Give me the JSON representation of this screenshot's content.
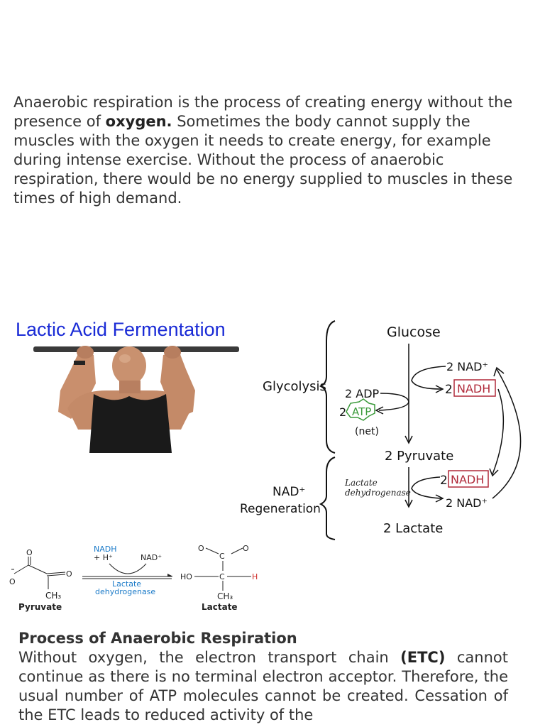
{
  "intro": {
    "part1": "Anaerobic respiration is the process of creating energy without the presence of ",
    "bold": "oxygen.",
    "part2": " Sometimes the body cannot supply the muscles with the oxygen it needs to create energy, for example during intense exercise. Without the process of anaerobic respiration, there would be no energy supplied to muscles in these times of high demand."
  },
  "figure": {
    "title": "Lactic Acid Fermentation",
    "cycle": {
      "glucose": "Glucose",
      "glycolysis": "Glycolysis",
      "nad_regen_1": "NAD⁺",
      "nad_regen_2": "Regeneration",
      "nad_top": "2 NAD⁺",
      "nadh_top_num": "2",
      "nadh_top": "NADH",
      "adp": "2 ADP",
      "atp_num": "2",
      "atp": "ATP",
      "net": "(net)",
      "pyruvate": "2 Pyruvate",
      "enzyme_1": "Lactate",
      "enzyme_2": "dehydrogenase",
      "nadh_bot_num": "2",
      "nadh_bot": "NADH",
      "nad_bot": "2 NAD⁺",
      "lactate": "2 Lactate"
    },
    "reaction": {
      "nadh": "NADH",
      "plus_h": "+  H⁺",
      "nad": "NAD⁺",
      "enzyme_1": "Lactate",
      "enzyme_2": "dehydrogenase",
      "pyruvate": "Pyruvate",
      "lactate": "Lactate",
      "ch3_left": "CH₃",
      "ch3_right": "CH₃",
      "ho": "HO",
      "c": "C",
      "h": "H",
      "o": "O"
    }
  },
  "section": {
    "heading": "Process of Anaerobic Respiration",
    "part1": "Without oxygen, the electron transport chain ",
    "bold": "(ETC)",
    "part2": " cannot continue as there is no terminal electron acceptor. Therefore, the usual number of ATP molecules cannot be created. Cessation of the ETC leads to reduced activity of the"
  }
}
